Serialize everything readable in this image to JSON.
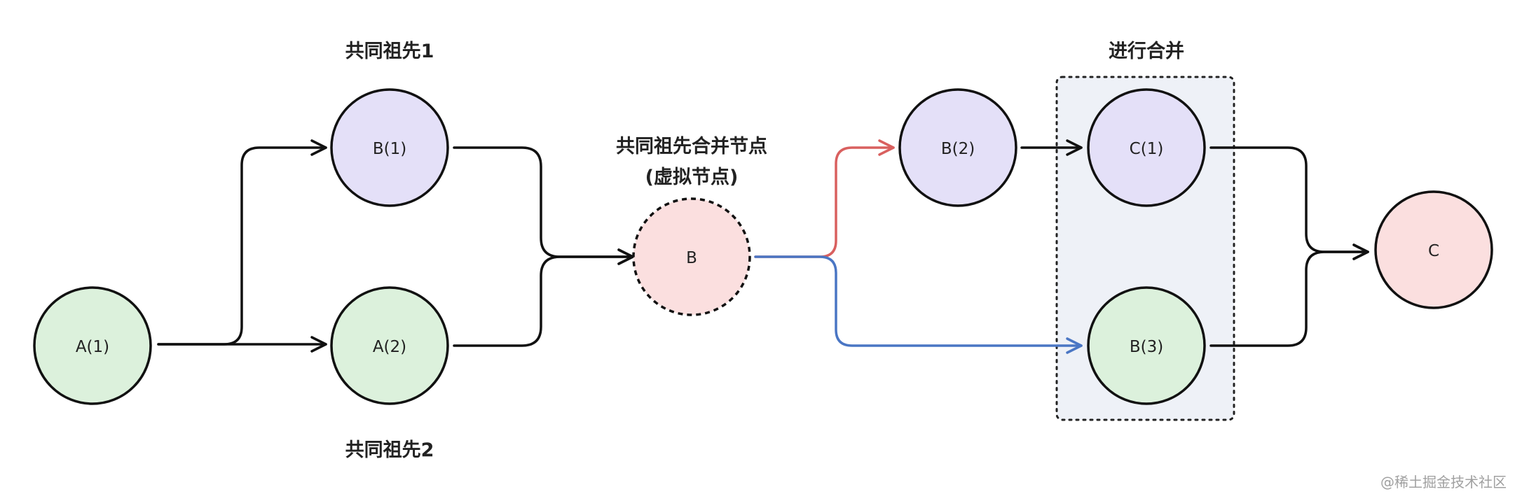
{
  "colors": {
    "green_node": "#dcf1dc",
    "purple_node": "#e4e0f8",
    "pink_node": "#fbdfdf",
    "merge_box": "#eef1f7",
    "edge_default": "#111111",
    "edge_red": "#d9605f",
    "edge_blue": "#4a76c4"
  },
  "nodes": {
    "a1": "A(1)",
    "a2": "A(2)",
    "b1": "B(1)",
    "b_virtual": "B",
    "b2": "B(2)",
    "c1": "C(1)",
    "b3": "B(3)",
    "c": "C"
  },
  "captions": {
    "ancestor_1": "共同祖先1",
    "ancestor_2": "共同祖先2",
    "merge_node_line1": "共同祖先合并节点",
    "merge_node_line2": "(虚拟节点)",
    "merging": "进行合并"
  },
  "watermark": "@稀土掘金技术社区"
}
